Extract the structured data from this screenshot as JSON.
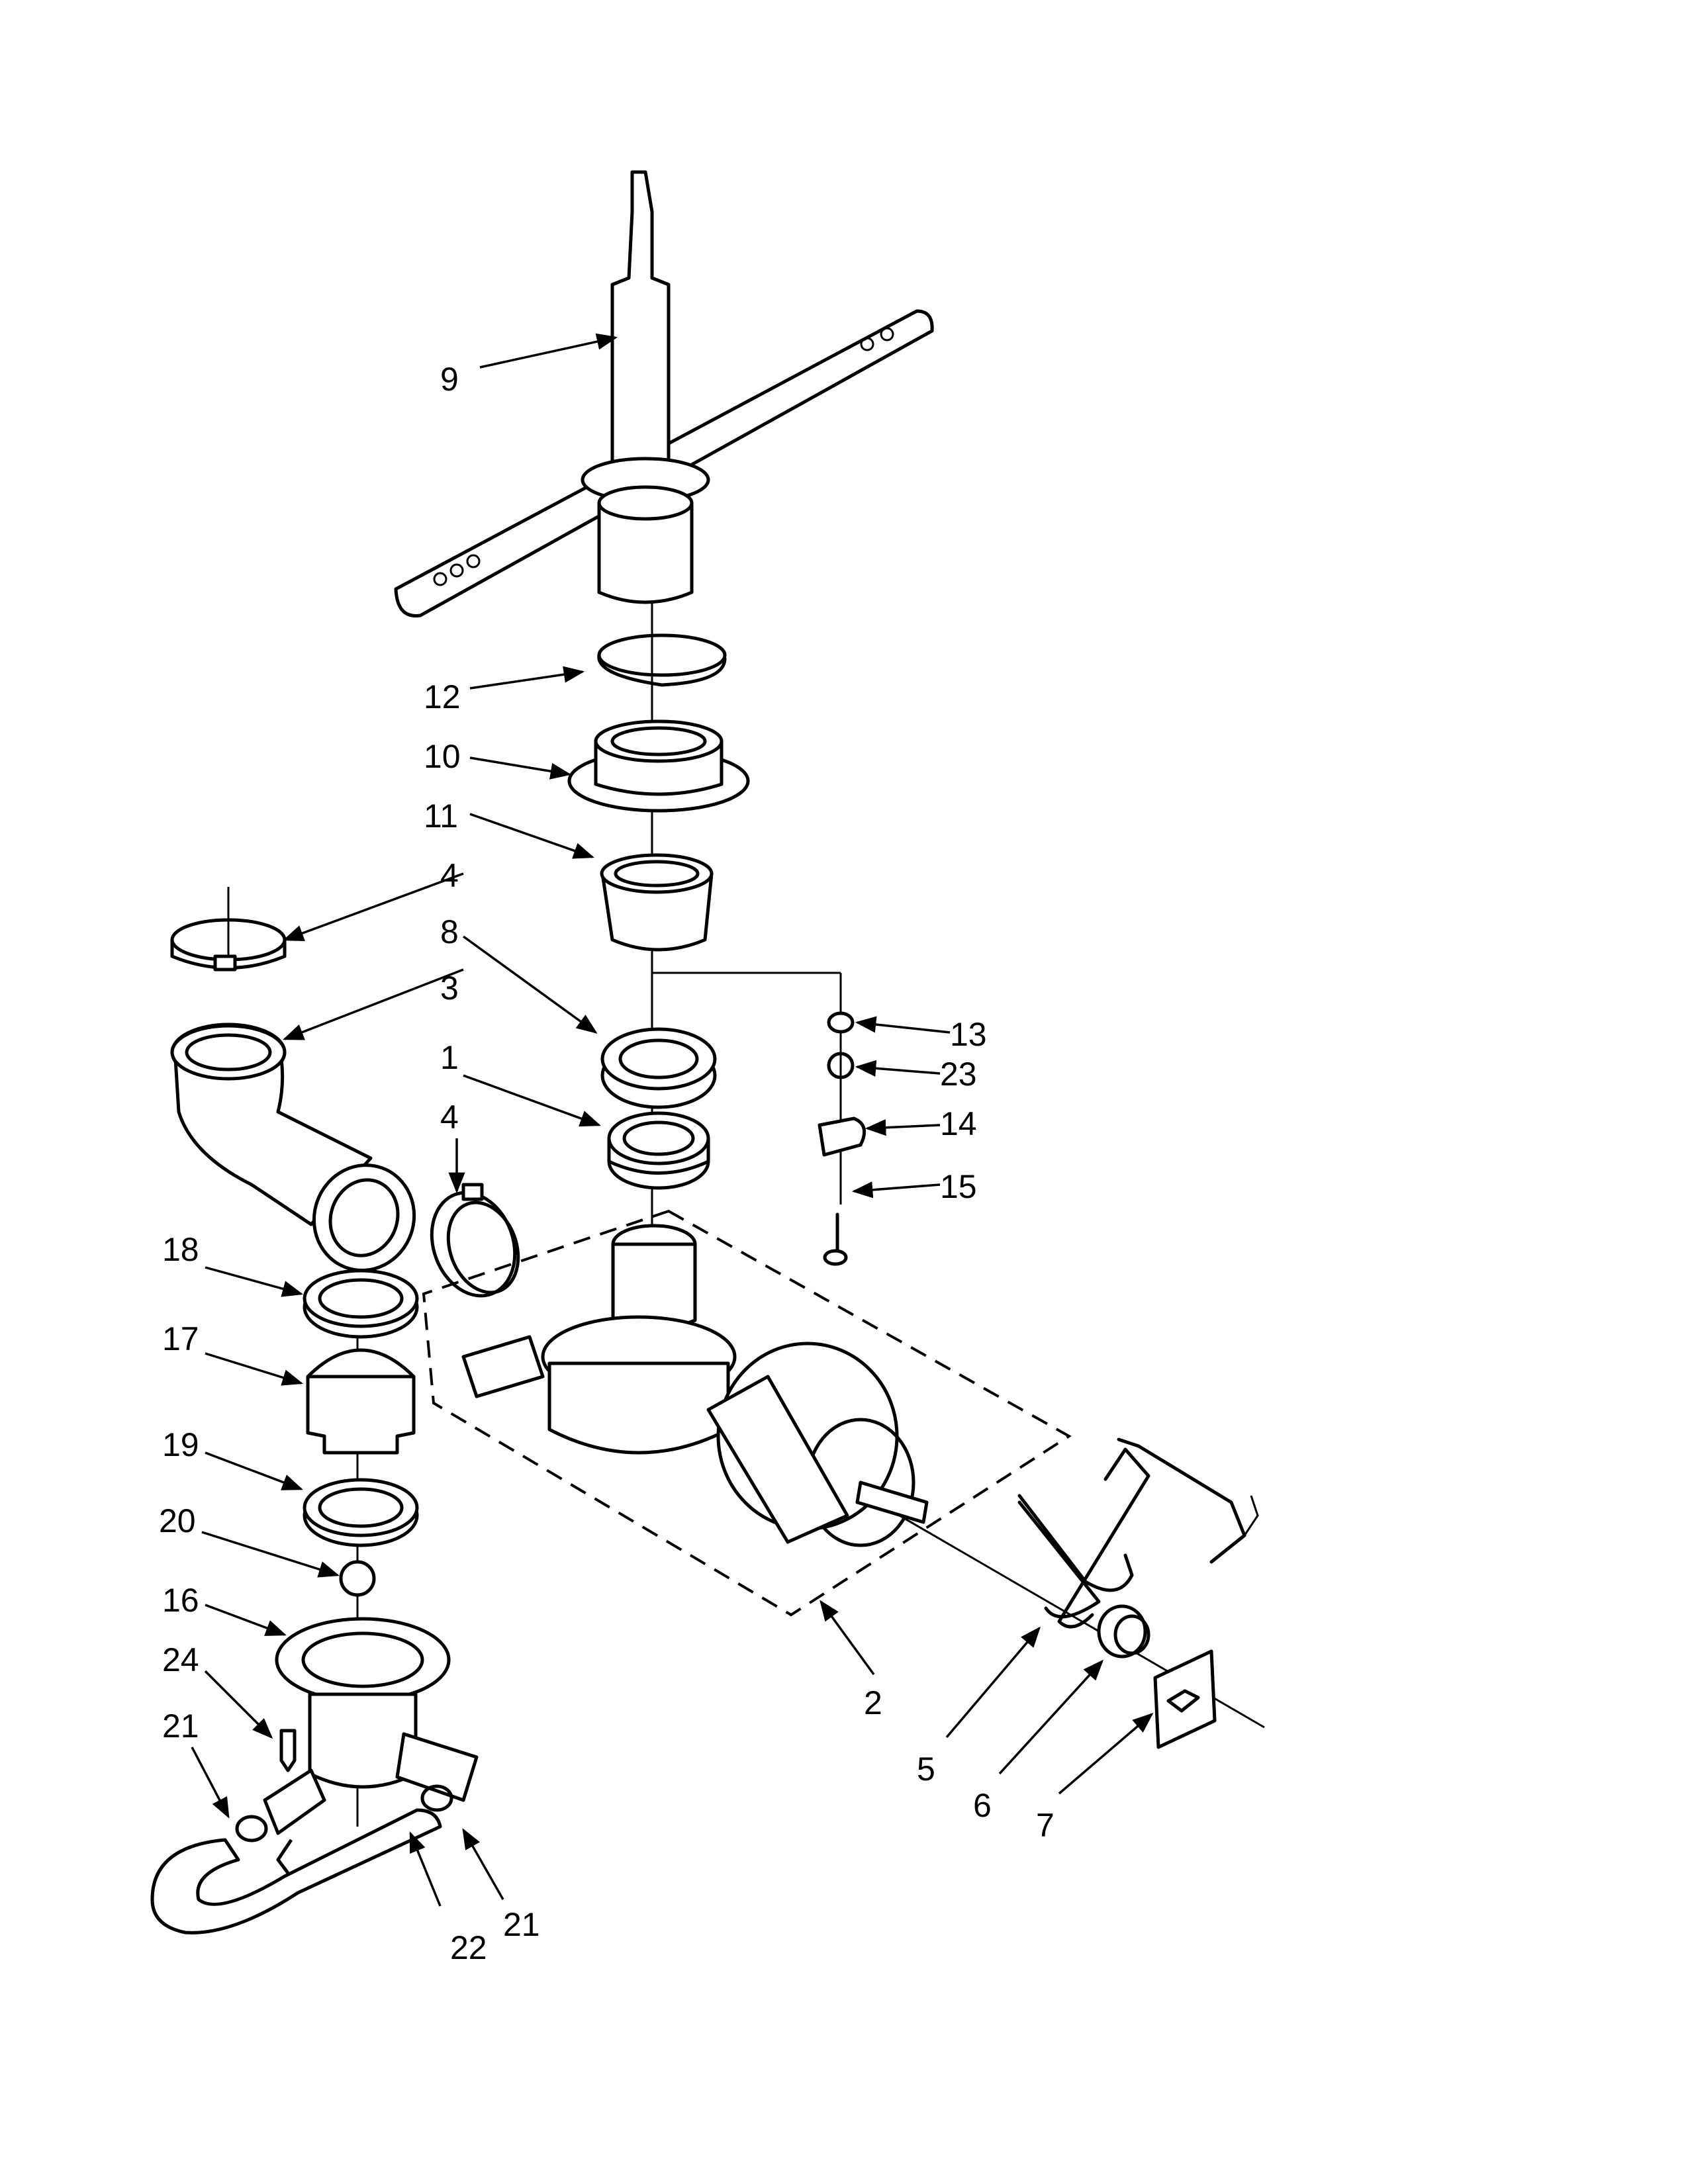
{
  "callouts": [
    {
      "id": "c1",
      "text": "1"
    },
    {
      "id": "c2",
      "text": "2"
    },
    {
      "id": "c3",
      "text": "3"
    },
    {
      "id": "c4a",
      "text": "4"
    },
    {
      "id": "c4b",
      "text": "4"
    },
    {
      "id": "c5",
      "text": "5"
    },
    {
      "id": "c6",
      "text": "6"
    },
    {
      "id": "c7",
      "text": "7"
    },
    {
      "id": "c8",
      "text": "8"
    },
    {
      "id": "c9",
      "text": "9"
    },
    {
      "id": "c10",
      "text": "10"
    },
    {
      "id": "c11",
      "text": "11"
    },
    {
      "id": "c12",
      "text": "12"
    },
    {
      "id": "c13",
      "text": "13"
    },
    {
      "id": "c14",
      "text": "14"
    },
    {
      "id": "c15",
      "text": "15"
    },
    {
      "id": "c16",
      "text": "16"
    },
    {
      "id": "c17",
      "text": "17"
    },
    {
      "id": "c18",
      "text": "18"
    },
    {
      "id": "c19",
      "text": "19"
    },
    {
      "id": "c20",
      "text": "20"
    },
    {
      "id": "c21a",
      "text": "21"
    },
    {
      "id": "c21b",
      "text": "21"
    },
    {
      "id": "c22",
      "text": "22"
    },
    {
      "id": "c23",
      "text": "23"
    },
    {
      "id": "c24",
      "text": "24"
    }
  ]
}
